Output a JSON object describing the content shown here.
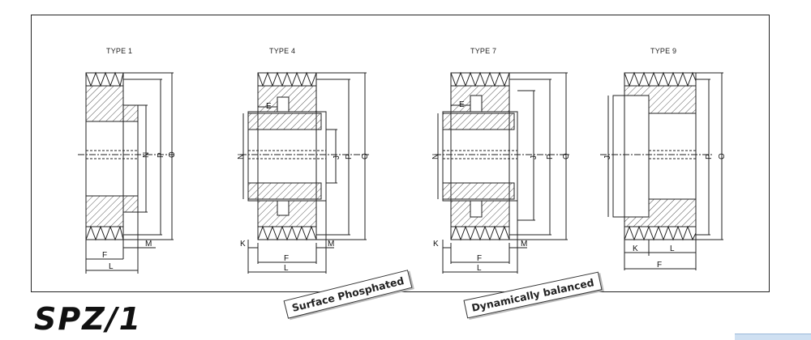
{
  "title": "SPZ/1",
  "stamps": {
    "surface": "Surface Phosphated",
    "balance": "Dynamically balanced"
  },
  "diagrams": [
    {
      "type_label": "TYPE 1",
      "dims": {
        "N": "N",
        "P": "P",
        "O": "O",
        "M": "M",
        "F": "F",
        "L": "L"
      }
    },
    {
      "type_label": "TYPE 4",
      "dims": {
        "E": "E",
        "N": "N",
        "J": "J",
        "P": "P",
        "O": "O",
        "K": "K",
        "M": "M",
        "F": "F",
        "L": "L"
      }
    },
    {
      "type_label": "TYPE 7",
      "dims": {
        "E": "E",
        "N": "N",
        "J": "J",
        "P": "P",
        "O": "O",
        "K": "K",
        "M": "M",
        "F": "F",
        "L": "L"
      }
    },
    {
      "type_label": "TYPE 9",
      "dims": {
        "J": "J",
        "P": "P",
        "O": "O",
        "K": "K",
        "L": "L",
        "F": "F"
      }
    }
  ],
  "colors": {
    "line": "#222222",
    "hatch": "#555555",
    "stamp_border": "#333333"
  }
}
